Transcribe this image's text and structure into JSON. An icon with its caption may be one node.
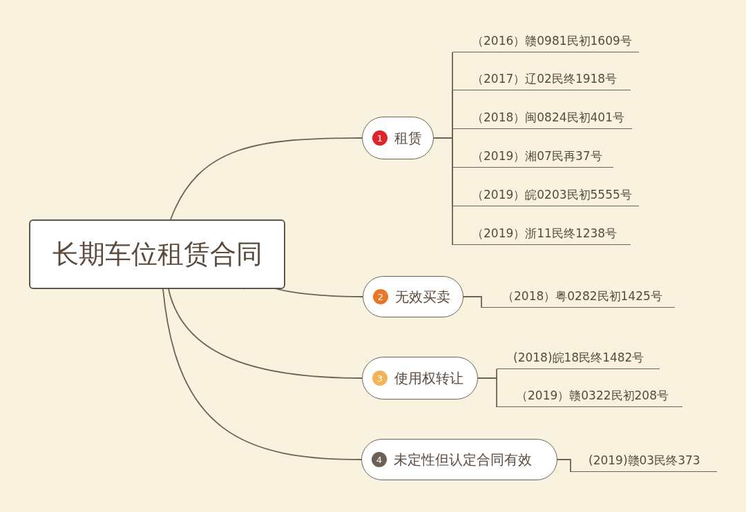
{
  "diagram": {
    "nodes": [
      {
        "text": [
          "长期车位租赁合同"
        ]
      },
      {
        "text": [
          "1",
          "租赁"
        ]
      },
      {
        "text": [
          "（2016）赣0981民初1609号"
        ]
      },
      {
        "text": [
          "（2017）辽02民终1918号"
        ]
      },
      {
        "text": [
          "（2018）闽0824民初401号"
        ]
      },
      {
        "text": [
          "（2019）湘07民再37号"
        ]
      },
      {
        "text": [
          "（2019）皖0203民初5555号"
        ]
      },
      {
        "text": [
          "（2019）浙11民终1238号"
        ]
      },
      {
        "text": [
          "2",
          "无效买卖"
        ]
      },
      {
        "text": [
          "（2018）粤0282民初1425号"
        ]
      },
      {
        "text": [
          "3",
          "使用权转让"
        ]
      },
      {
        "text": [
          "(2018)皖18民终1482号"
        ]
      },
      {
        "text": [
          "（2019）赣0322民初208号"
        ]
      },
      {
        "text": [
          "4",
          "未定性但认定合同有效"
        ]
      },
      {
        "text": [
          "(2019)赣03民终373"
        ]
      }
    ],
    "edges": [
      {
        "from": 0,
        "to": 1,
        "arrow": "none"
      },
      {
        "from": 1,
        "to": 2,
        "arrow": "none"
      },
      {
        "from": 1,
        "to": 3,
        "arrow": "none"
      },
      {
        "from": 1,
        "to": 4,
        "arrow": "none"
      },
      {
        "from": 1,
        "to": 5,
        "arrow": "none"
      },
      {
        "from": 1,
        "to": 6,
        "arrow": "none"
      },
      {
        "from": 1,
        "to": 7,
        "arrow": "none"
      },
      {
        "from": 0,
        "to": 8,
        "arrow": "none"
      },
      {
        "from": 8,
        "to": 9,
        "arrow": "none"
      },
      {
        "from": 0,
        "to": 10,
        "arrow": "none"
      },
      {
        "from": 10,
        "to": 11,
        "arrow": "none"
      },
      {
        "from": 10,
        "to": 12,
        "arrow": "none"
      },
      {
        "from": 0,
        "to": 13,
        "arrow": "none"
      },
      {
        "from": 13,
        "to": 14,
        "arrow": "none"
      }
    ]
  }
}
